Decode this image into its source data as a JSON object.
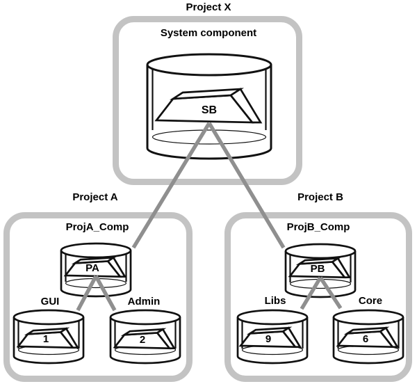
{
  "diagram": {
    "project_x": {
      "title": "Project X",
      "component_label": "System component",
      "node_label": "SB"
    },
    "project_a": {
      "title": "Project A",
      "component_label": "ProjA_Comp",
      "node_label": "PA",
      "children": [
        {
          "label": "GUI",
          "node_label": "1"
        },
        {
          "label": "Admin",
          "node_label": "2"
        }
      ]
    },
    "project_b": {
      "title": "Project B",
      "component_label": "ProjB_Comp",
      "node_label": "PB",
      "children": [
        {
          "label": "Libs",
          "node_label": "9"
        },
        {
          "label": "Core",
          "node_label": "6"
        }
      ]
    },
    "colors": {
      "panel_border": "#c3c3c3",
      "connector_line": "#8f8f8f",
      "shape_outline": "#111111",
      "background": "#ffffff"
    }
  }
}
